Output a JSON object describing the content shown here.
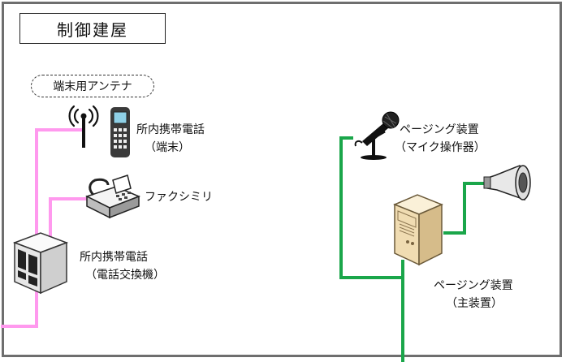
{
  "building": {
    "title": "制御建屋"
  },
  "antenna": {
    "label": "端末用アンテナ"
  },
  "handset": {
    "line1": "所内携帯電話",
    "line2": "（端末）"
  },
  "fax": {
    "label": "ファクシミリ"
  },
  "exchange": {
    "line1": "所内携帯電話",
    "line2": "（電話交換機）"
  },
  "paging_mic": {
    "line1": "ページング装置",
    "line2": "（マイク操作器）"
  },
  "paging_main": {
    "line1": "ページング装置",
    "line2": "（主装置）"
  },
  "colors": {
    "phone_line": "#ff99ee",
    "paging_line": "#1aa64a",
    "frame": "#6e6e6e"
  }
}
